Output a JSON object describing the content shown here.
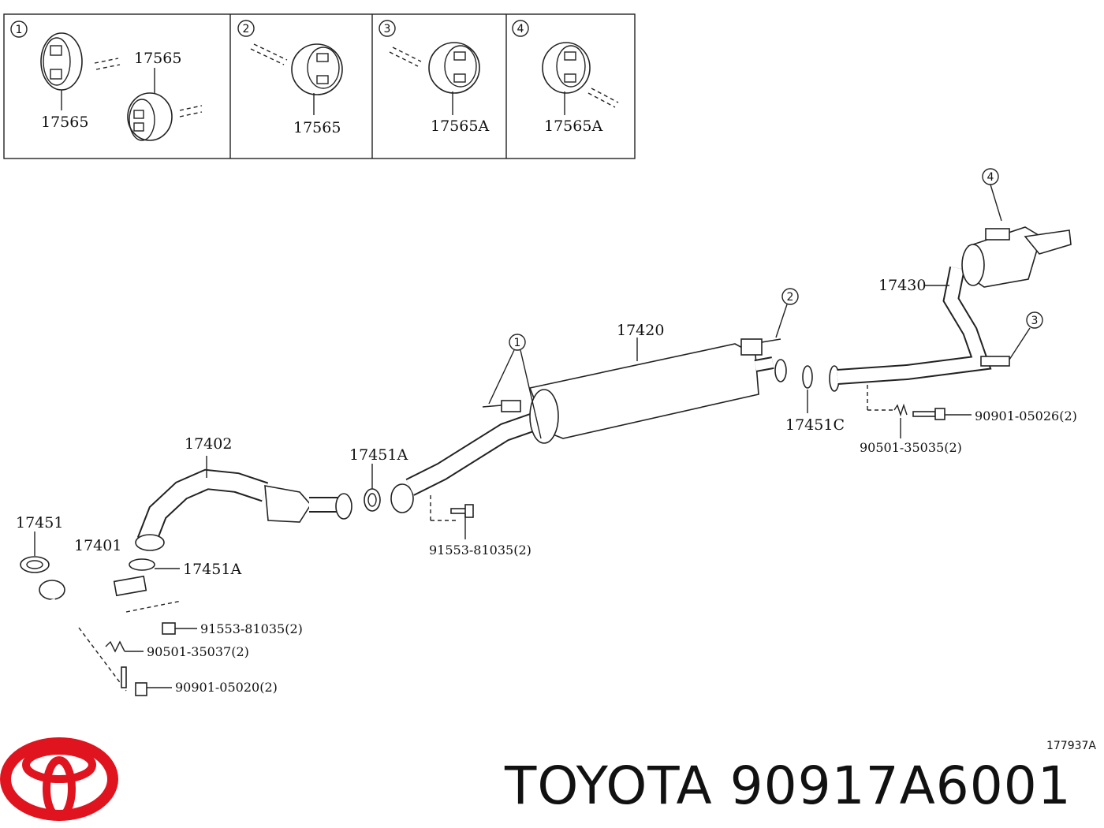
{
  "inset_panels": [
    {
      "index": "1",
      "parts": [
        "17565",
        "17565"
      ]
    },
    {
      "index": "2",
      "parts": [
        "17565"
      ]
    },
    {
      "index": "3",
      "parts": [
        "17565A"
      ]
    },
    {
      "index": "4",
      "parts": [
        "17565A"
      ]
    }
  ],
  "callouts": {
    "c1": "1",
    "c2": "2",
    "c3": "3",
    "c4": "4"
  },
  "parts": {
    "p17402": "17402",
    "p17451A_top": "17451A",
    "p17420": "17420",
    "p17430": "17430",
    "p17451C": "17451C",
    "p17451": "17451",
    "p17401": "17401",
    "p17451A_bottom": "17451A",
    "bolt_91553_mid": "91553-81035(2)",
    "bolt_91553_low": "91553-81035(2)",
    "spring_90501_35037": "90501-35037(2)",
    "bolt_90901_05020": "90901-05020(2)",
    "bolt_90901_05026": "90901-05026(2)",
    "spring_90501_35035": "90501-35035(2)"
  },
  "drawing_ref": "177937A",
  "brand_line": "TOYOTA 90917A6001",
  "colors": {
    "logo_red": "#e0141e",
    "line": "#222222"
  }
}
